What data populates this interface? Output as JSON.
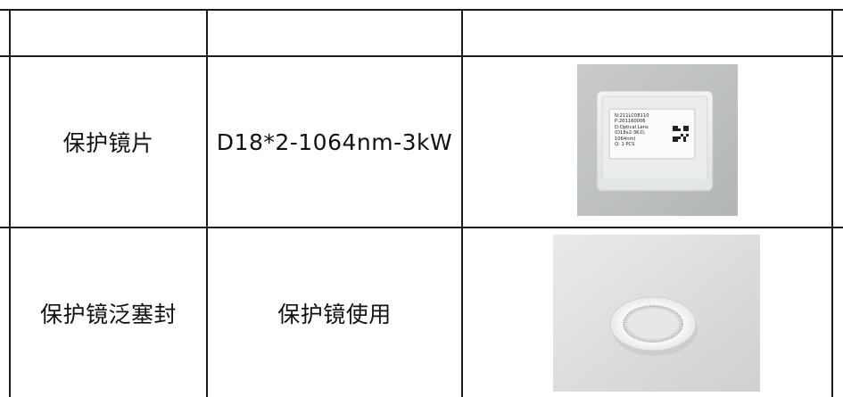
{
  "table": {
    "header": [
      "",
      "",
      ""
    ],
    "rows": [
      {
        "name": "保护镜片",
        "spec": "D18*2-1064nm-3kW",
        "image": "lens-box-photo",
        "box_label": [
          "N:211LC08110",
          "P:201160006",
          "D:Optical Lens",
          "(D18x2-3K-D,",
          "1064nm)",
          "Q: 1 PCS"
        ]
      },
      {
        "name": "保护镜泛塞封",
        "spec": "保护镜使用",
        "image": "seal-ring-photo"
      }
    ]
  }
}
